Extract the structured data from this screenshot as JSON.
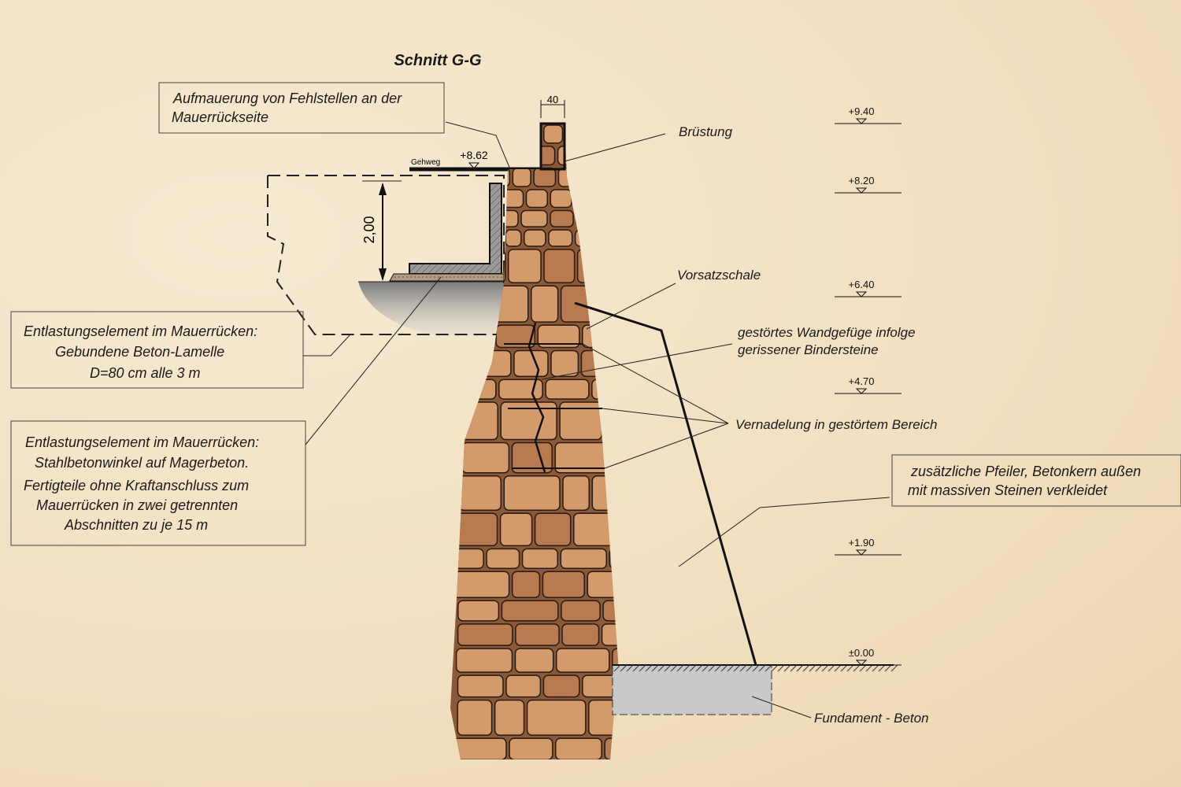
{
  "title": "Schnitt G-G",
  "dimensions": {
    "parapet_width": "40",
    "height": "2,00"
  },
  "gehweg": {
    "label": "Gehweg",
    "level": "+8.62"
  },
  "levels": [
    "+9.40",
    "+8.20",
    "+6.40",
    "+4.70",
    "+1.90",
    "±0.00"
  ],
  "labels": {
    "bruestung": "Brüstung",
    "vorsatzschale": "Vorsatzschale",
    "wandgefuege": [
      "gestörtes Wandgefüge infolge",
      "gerissener Bindersteine"
    ],
    "vernadelung": "Vernadelung in gestörtem Bereich",
    "fundament": "Fundament - Beton"
  },
  "boxes": {
    "aufmauerung": [
      "Aufmauerung von Fehlstellen an der",
      "Mauerrückseite"
    ],
    "lamelle": [
      "Entlastungselement im Mauerrücken:",
      "Gebundene Beton-Lamelle",
      "D=80 cm alle 3 m"
    ],
    "winkel": [
      "Entlastungselement im Mauerrücken:",
      "Stahlbetonwinkel auf Magerbeton.",
      "Fertigteile ohne Kraftanschluss zum",
      "Mauerrücken in zwei getrennten",
      "Abschnitten zu je 15 m"
    ],
    "pfeiler": [
      "zusätzliche Pfeiler, Betonkern außen",
      "mit massiven Steinen verkleidet"
    ]
  },
  "colors": {
    "stone": "#d39a6c",
    "stone_dark": "#b87a50",
    "concrete": "#c9c9c9",
    "line": "#111111"
  }
}
